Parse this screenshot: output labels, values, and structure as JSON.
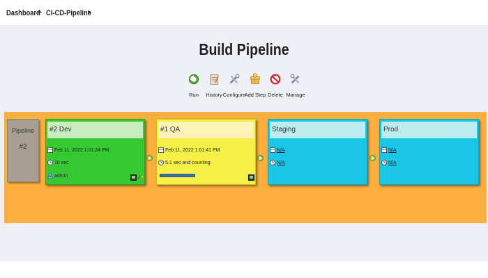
{
  "breadcrumb": {
    "items": [
      "Dashboard",
      "CI-CD-Pipeline"
    ]
  },
  "page": {
    "title": "Build Pipeline"
  },
  "toolbar": [
    {
      "label": "Run",
      "icon": "run-icon"
    },
    {
      "label": "History",
      "icon": "history-icon"
    },
    {
      "label": "Configure",
      "icon": "configure-icon"
    },
    {
      "label": "Add Step",
      "icon": "add-step-icon"
    },
    {
      "label": "Delete",
      "icon": "delete-icon"
    },
    {
      "label": "Manage",
      "icon": "manage-icon"
    }
  ],
  "pipeline": {
    "label": "Pipeline",
    "number": "#2"
  },
  "stages": [
    {
      "name": "#2 Dev",
      "status": "success",
      "color": "#36c932",
      "header_color": "#c9ecbf",
      "date": "Feb 11, 2022 1:01:24 PM",
      "duration": "10 sec",
      "user": "admin"
    },
    {
      "name": "#1 QA",
      "status": "running",
      "color": "#f6f046",
      "header_color": "#fdf3b8",
      "date": "Feb 11, 2022 1:01:41 PM",
      "duration": "5.1 sec and counting",
      "progress": 0.5
    },
    {
      "name": "Staging",
      "status": "pending",
      "color": "#19c6e6",
      "header_color": "#bcecef",
      "date": "N/A",
      "duration": "N/A"
    },
    {
      "name": "Prod",
      "status": "pending",
      "color": "#19c6e6",
      "header_color": "#bcecef",
      "date": "N/A",
      "duration": "N/A"
    }
  ],
  "colors": {
    "band": "#fdae3c",
    "panel": "#eef0f5"
  }
}
